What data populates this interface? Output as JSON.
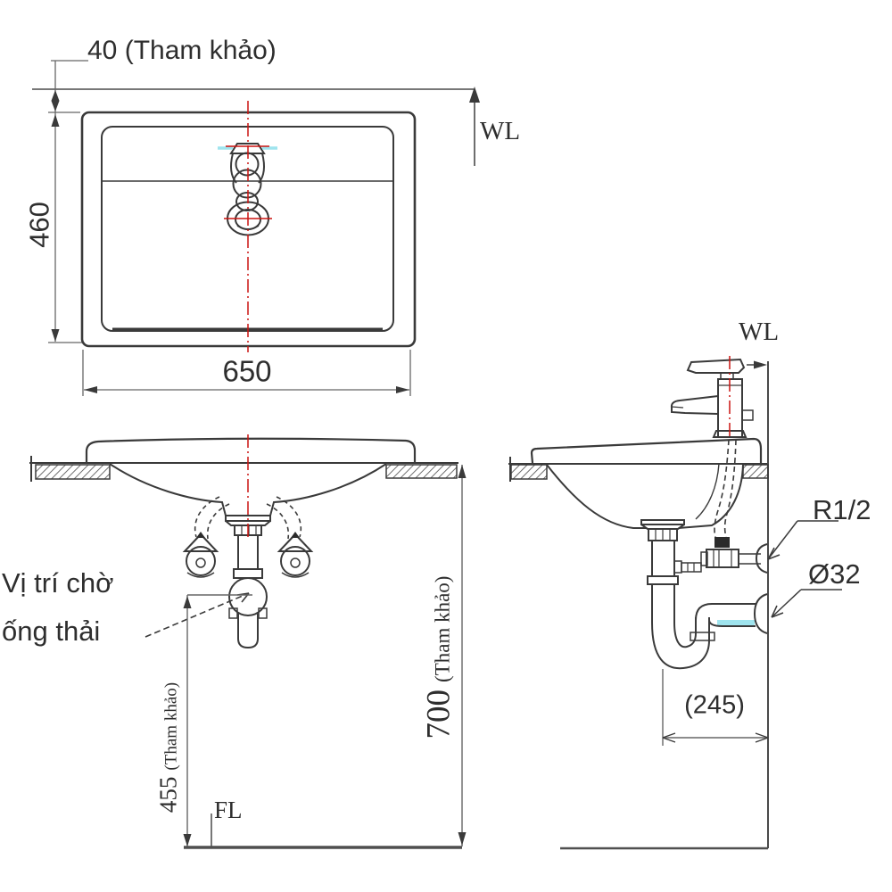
{
  "plan_view": {
    "dim_40": "40 (Tham khảo)",
    "dim_460": "460",
    "dim_650": "650",
    "water_level_label": "WL"
  },
  "front_view": {
    "note_line1": "Vị trí chờ",
    "note_line2": "ống thải",
    "dim_455": "455",
    "dim_455_note": "(Tham khảo)",
    "floor_label": "FL",
    "dim_700": "700",
    "dim_700_note": "(Tham khảo)"
  },
  "side_view": {
    "water_level_label": "WL",
    "supply_label": "R1/2",
    "drain_label": "Ø32",
    "dim_245": "(245)"
  },
  "colors": {
    "line": "#3a3a3a",
    "dim_line": "#666666",
    "centerline_red": "#cc1410",
    "highlight_cyan": "#9fe4ee",
    "background": "#ffffff"
  }
}
